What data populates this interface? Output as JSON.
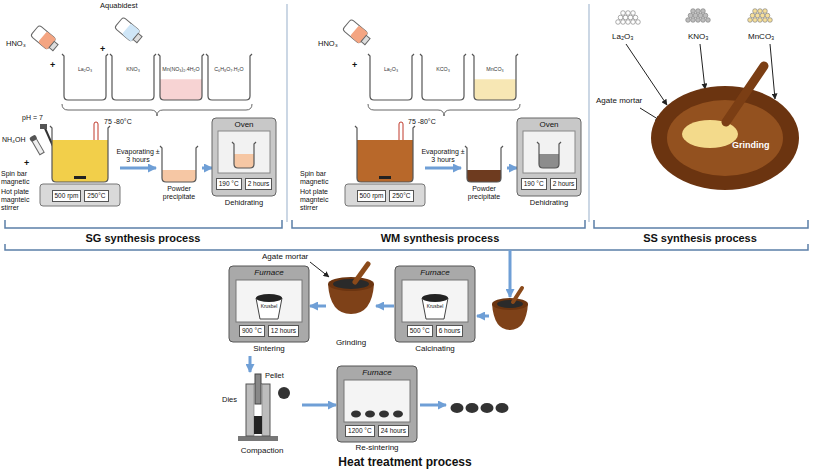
{
  "diagram": {
    "nodes": [
      {
        "text": [
          "La₂O₃"
        ]
      },
      {
        "text": [
          "KNO₃"
        ]
      },
      {
        "text": [
          "Mn(NO₃)₂.4H₂O"
        ]
      },
      {
        "text": [
          "C₆H₈O₇.H₂O"
        ]
      },
      {
        "text": [
          "500 rpm",
          "250°C"
        ]
      },
      {
        "text": [
          "Powder precipitate"
        ]
      },
      {
        "text": [
          "Oven",
          "190 °C",
          "2 hours",
          "Dehidrating"
        ]
      },
      {
        "text": [
          "La₂O₃"
        ]
      },
      {
        "text": [
          "KCO₃"
        ]
      },
      {
        "text": [
          "MnCO₃"
        ]
      },
      {
        "text": [
          "500 rpm",
          "250°C"
        ]
      },
      {
        "text": [
          "Powder precipitate"
        ]
      },
      {
        "text": [
          "Oven",
          "190 °C",
          "2 hours",
          "Dehidrating"
        ]
      },
      {
        "text": [
          "Grinding"
        ]
      },
      {
        "text": [
          "Furnace",
          "Krusbel",
          "500 °C",
          "6 hours",
          "Calcinating"
        ]
      },
      {
        "text": [
          "Grinding"
        ]
      },
      {
        "text": [
          "Furnace",
          "Krusbel",
          "900 °C",
          "12 hours",
          "Sintering"
        ]
      },
      {
        "text": [
          "Dies",
          "Pellet",
          "Compaction"
        ]
      },
      {
        "text": [
          "Furnace",
          "1200 °C",
          "24 hours",
          "Re-sintering"
        ]
      }
    ],
    "edges": [
      {
        "from": 4,
        "to": 5,
        "arrow": "to",
        "label": "Evaporating ± 3 hours"
      },
      {
        "from": 5,
        "to": 6,
        "arrow": "to"
      },
      {
        "from": 10,
        "to": 11,
        "arrow": "to",
        "label": "Evaporating ± 3 hours"
      },
      {
        "from": 11,
        "to": 12,
        "arrow": "to"
      },
      {
        "from": 14,
        "to": 15,
        "arrow": "to"
      },
      {
        "from": 15,
        "to": 16,
        "arrow": "to"
      },
      {
        "from": 16,
        "to": 17,
        "arrow": "to"
      },
      {
        "from": 17,
        "to": 18,
        "arrow": "to"
      }
    ],
    "labels": [
      "HNO₃",
      "+",
      "Aquabidest",
      "+",
      "pH = 7",
      "NH₄OH",
      "+",
      "75 -80°C",
      "Spin bar magnetic",
      "Hot plate magnteic stirrer",
      "HNO₃",
      "+",
      "75 -80°C",
      "Spin bar magnetic",
      "Hot plate magnteic stirrer",
      "La₂O₃",
      "KNO₃",
      "MnCO₃",
      "Agate mortar",
      "SG synthesis process",
      "WM synthesis process",
      "SS synthesis process",
      "Agate mortar",
      "Heat treatment process"
    ]
  }
}
